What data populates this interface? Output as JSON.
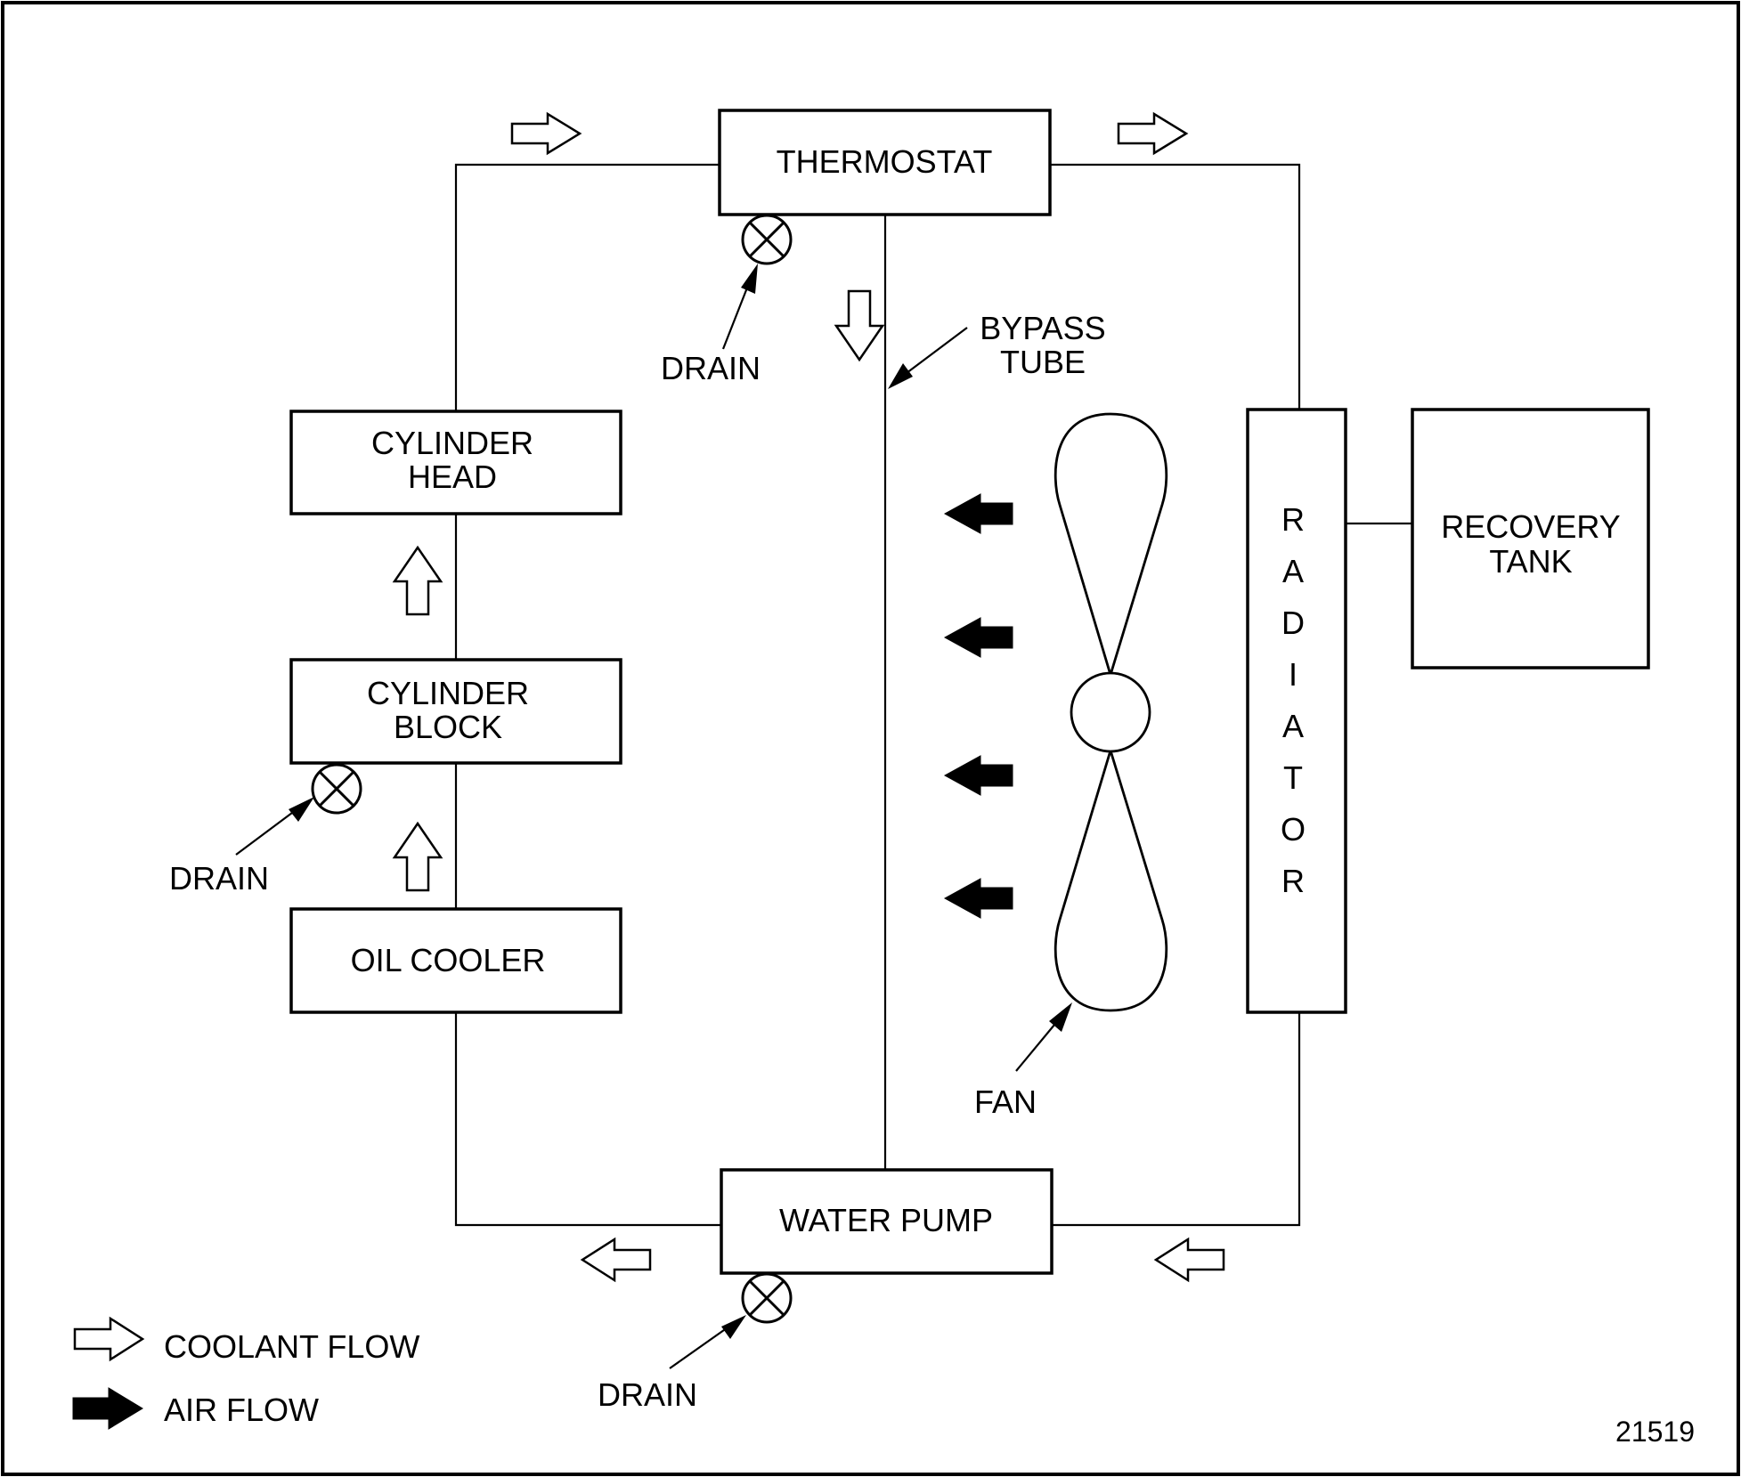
{
  "components": {
    "thermostat": "THERMOSTAT",
    "cylinder_head": [
      "CYLINDER",
      "HEAD"
    ],
    "cylinder_block": [
      "CYLINDER",
      "BLOCK"
    ],
    "oil_cooler": "OIL COOLER",
    "water_pump": "WATER PUMP",
    "radiator": [
      "R",
      "A",
      "D",
      "I",
      "A",
      "T",
      "O",
      "R"
    ],
    "recovery_tank": [
      "RECOVERY",
      "TANK"
    ]
  },
  "callouts": {
    "drain_thermostat": "DRAIN",
    "drain_block": "DRAIN",
    "drain_pump": "DRAIN",
    "bypass_tube": [
      "BYPASS",
      "TUBE"
    ],
    "fan": "FAN"
  },
  "legend": {
    "coolant_flow": "COOLANT FLOW",
    "air_flow": "AIR FLOW"
  },
  "figure_number": "21519"
}
